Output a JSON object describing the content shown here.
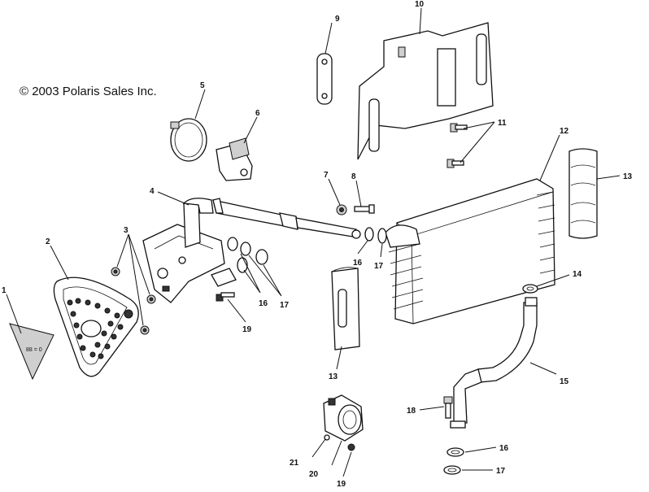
{
  "copyright": "© 2003 Polaris Sales Inc.",
  "decal_text": "88 = 0",
  "callouts": {
    "c1": "1",
    "c2": "2",
    "c3": "3",
    "c4": "4",
    "c5": "5",
    "c6": "6",
    "c7": "7",
    "c8": "8",
    "c9": "9",
    "c10": "10",
    "c11": "11",
    "c12": "12",
    "c13a": "13",
    "c13b": "13",
    "c14": "14",
    "c15": "15",
    "c16a": "16",
    "c16b": "16",
    "c16c": "16",
    "c17a": "17",
    "c17b": "17",
    "c17c": "17",
    "c18": "18",
    "c19a": "19",
    "c19b": "19",
    "c20": "20",
    "c21": "21"
  }
}
